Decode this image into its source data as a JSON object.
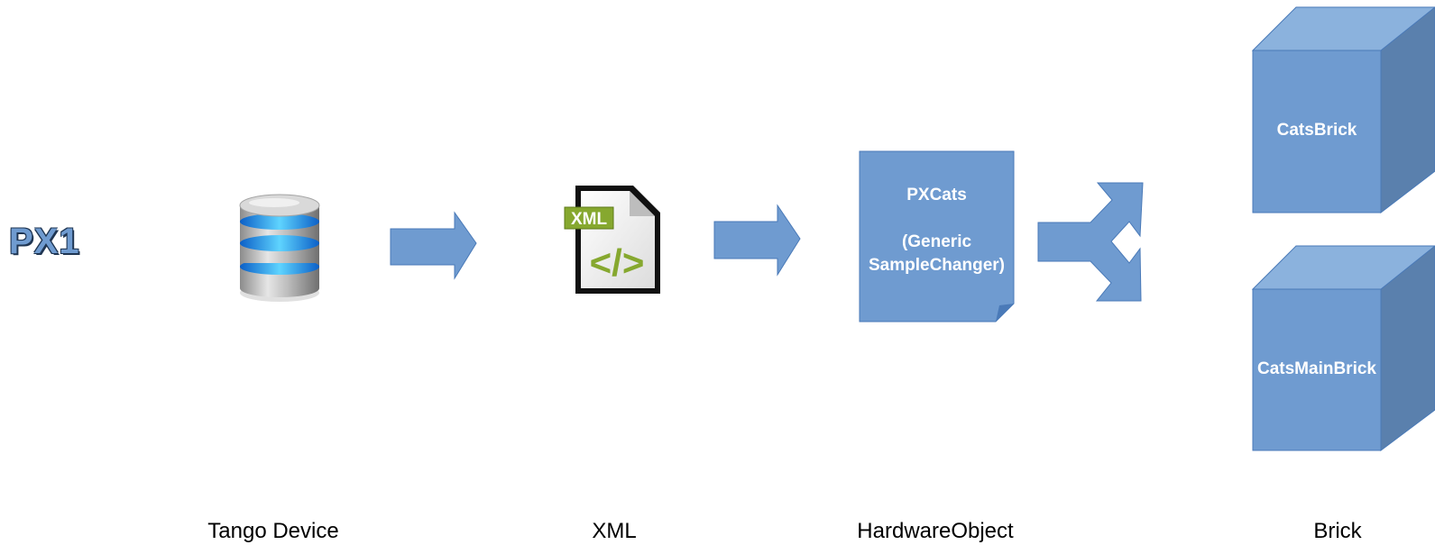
{
  "diagram": {
    "title": "PX1",
    "stages": [
      {
        "caption": "Tango Device",
        "icon": "database-icon"
      },
      {
        "caption": "XML",
        "icon": "xml-file-icon",
        "badge": "XML",
        "glyph": "</>"
      },
      {
        "caption": "HardwareObject",
        "box_title": "PXCats",
        "box_subtitle_1": "(Generic",
        "box_subtitle_2": "SampleChanger)"
      },
      {
        "caption": "Brick",
        "bricks": [
          "CatsBrick",
          "CatsMainBrick"
        ]
      }
    ],
    "colors": {
      "shape_fill": "#6f9bd0",
      "shape_stroke": "#4a7ab8",
      "cube_top": "#8bb2dd",
      "cube_side": "#5a80ad",
      "xml_green": "#86a82f"
    }
  }
}
